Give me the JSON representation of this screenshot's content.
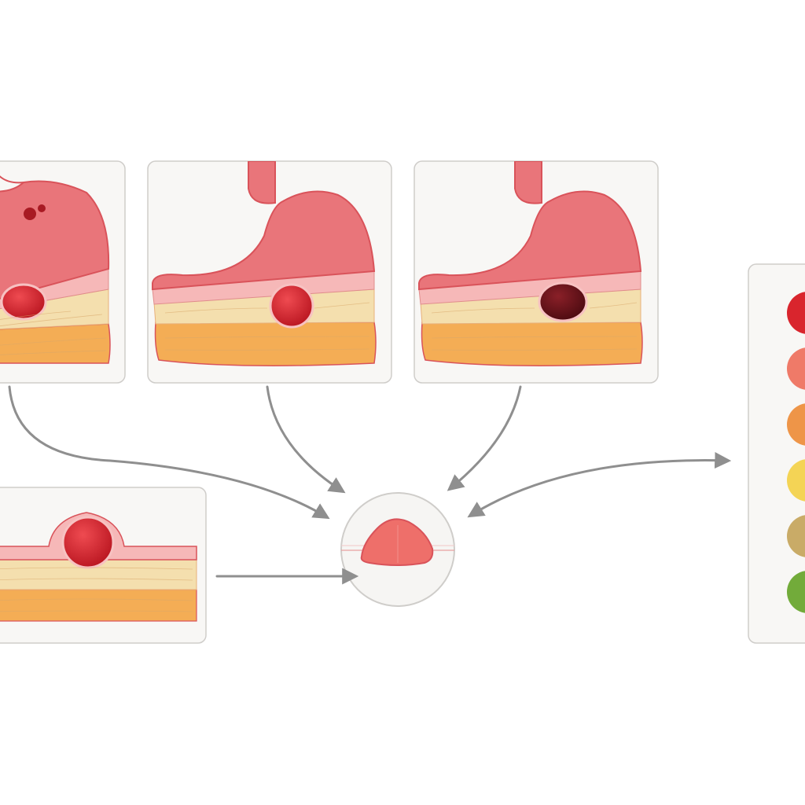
{
  "panels": [
    {
      "id": "panel-1",
      "lesion_color": "#c8202c",
      "extra_spots": true
    },
    {
      "id": "panel-2",
      "lesion_color": "#c9202e",
      "extra_spots": false
    },
    {
      "id": "panel-3",
      "lesion_color": "#5e0e16",
      "extra_spots": false
    },
    {
      "id": "panel-4",
      "lesion_color": "#c41e2a",
      "extra_spots": false
    }
  ],
  "center_node": {
    "fill": "#ee6f6a"
  },
  "color_scale": [
    "#d9252d",
    "#ef7a68",
    "#ee9548",
    "#f4d455",
    "#c9ab67",
    "#72ab3a"
  ],
  "colors": {
    "stomach": "#e9757a",
    "mucosa": "#f6b8b8",
    "submucosa": "#f4dfae",
    "muscle": "#f4ad55",
    "outline": "#d9535a",
    "panel_bg": "#f8f7f5",
    "panel_border": "#cfcdca",
    "arrow": "#8f8f8f"
  }
}
